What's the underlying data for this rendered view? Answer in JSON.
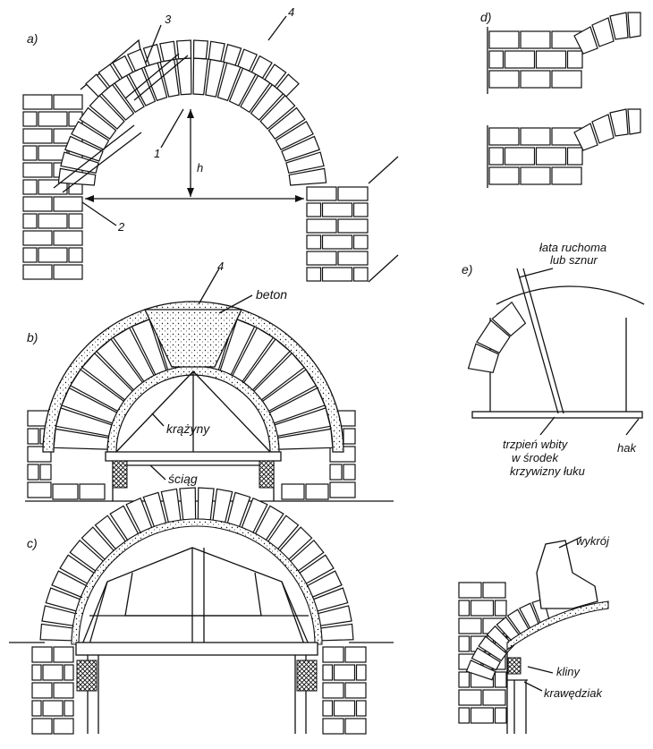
{
  "labels": {
    "a": "a)",
    "b": "b)",
    "c": "c)",
    "d": "d)",
    "e": "e)",
    "n1": "1",
    "n2": "2",
    "n3": "3",
    "n4a": "4",
    "n4b": "4",
    "h": "h",
    "beton": "beton",
    "krazyny": "krążyny",
    "sciag": "ściąg",
    "lata_line1": "łata ruchoma",
    "lata_line2": "lub sznur",
    "trzpien_line1": "trzpień wbity",
    "trzpien_line2": "w środek",
    "trzpien_line3": "krzywizny łuku",
    "hak": "hak",
    "wykroj": "wykrój",
    "kliny": "kliny",
    "krawedziak": "krawędziak"
  }
}
